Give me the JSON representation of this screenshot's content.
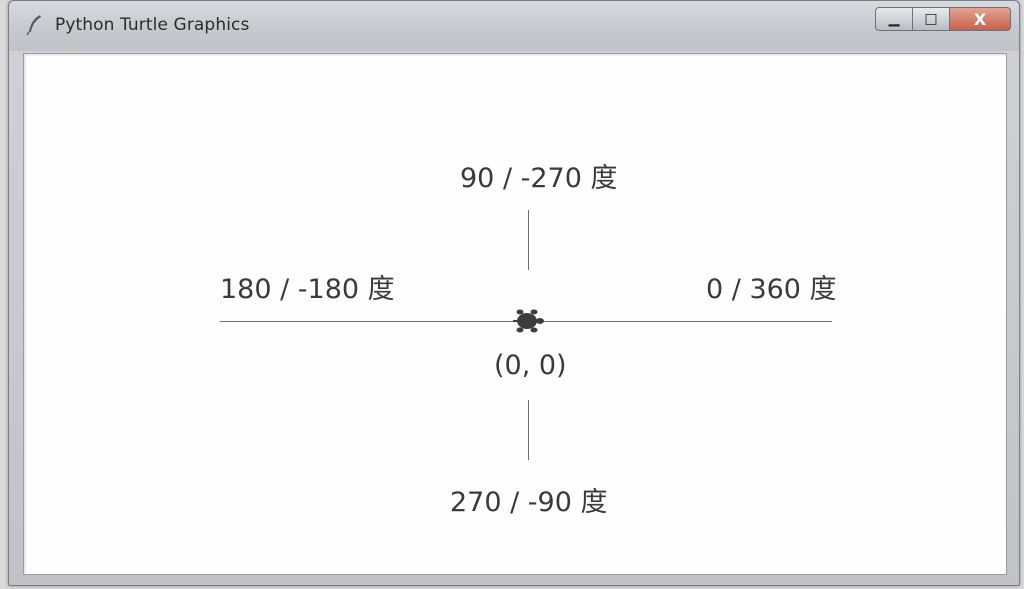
{
  "window": {
    "title": "Python Turtle Graphics",
    "controls": {
      "minimize": "▁",
      "maximize": "□",
      "close": "X"
    }
  },
  "canvas": {
    "labels": {
      "top": "90 / -270 度",
      "left": "180 / -180 度",
      "right": "0 / 360 度",
      "origin": "(0, 0)",
      "bottom": "270 / -90 度"
    },
    "turtle_icon": "turtle-icon"
  }
}
